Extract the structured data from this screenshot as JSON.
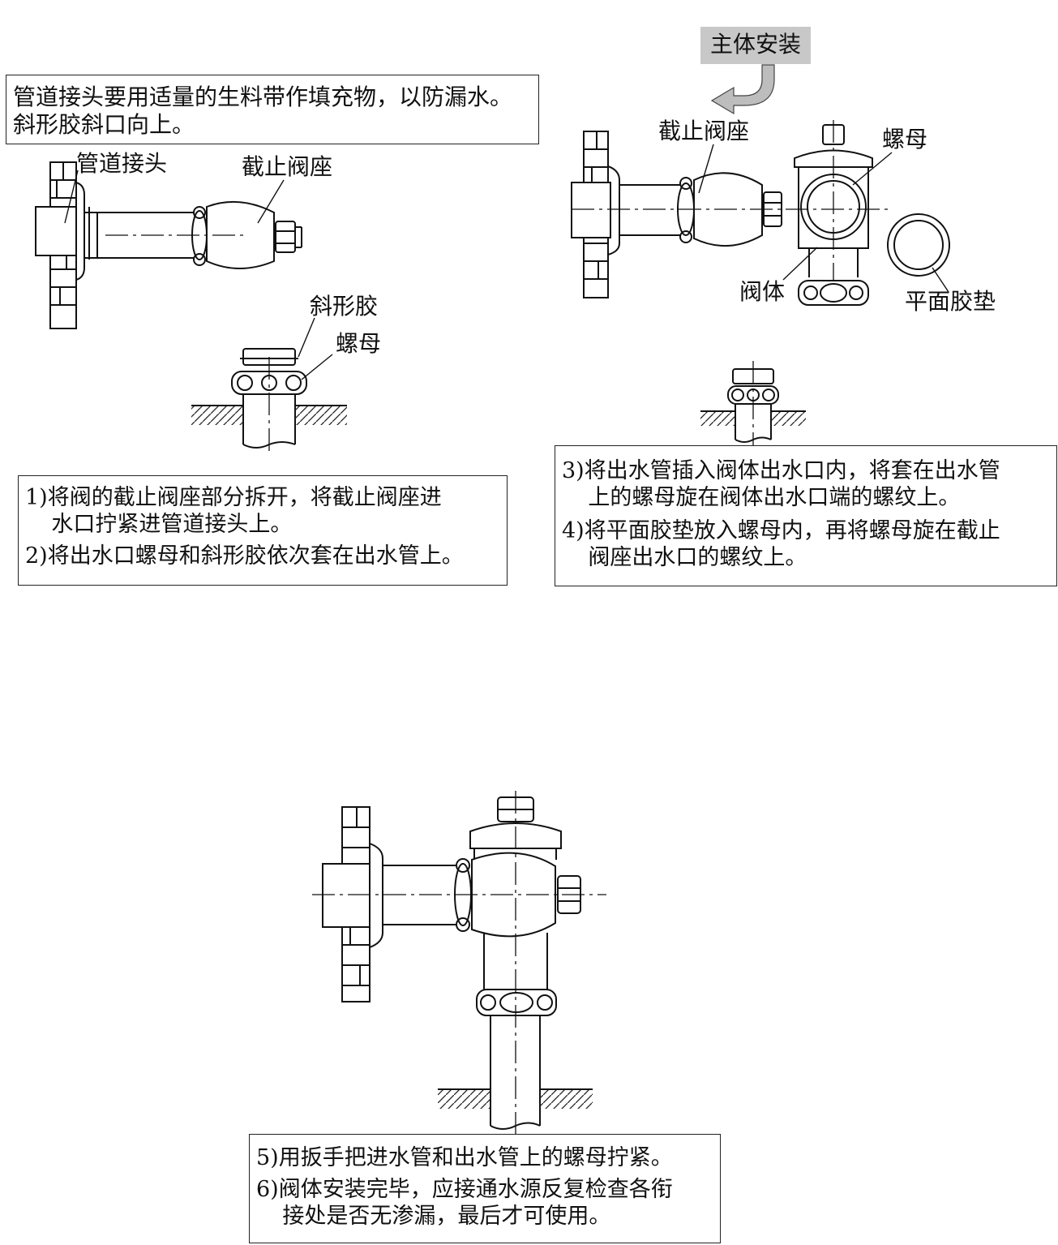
{
  "note": {
    "line1": "管道接头要用适量的生料带作填充物，以防漏水。",
    "line2": "斜形胶斜口向上。"
  },
  "tag": {
    "label": "主体安装"
  },
  "labels": {
    "pipe_joint": "管道接头",
    "valve_seat_left": "截止阀座",
    "bevel_rubber": "斜形胶",
    "nut_left": "螺母",
    "valve_seat_right": "截止阀座",
    "nut_right": "螺母",
    "valve_body": "阀体",
    "flat_gasket": "平面胶垫"
  },
  "steps": {
    "s1_a": "1)将阀的截止阀座部分拆开，将截止阀座进",
    "s1_b": "水口拧紧进管道接头上。",
    "s2": "2)将出水口螺母和斜形胶依次套在出水管上。",
    "s3_a": "3)将出水管插入阀体出水口内，将套在出水管",
    "s3_b": "上的螺母旋在阀体出水口端的螺纹上。",
    "s4_a": "4)将平面胶垫放入螺母内，再将螺母旋在截止",
    "s4_b": "阀座出水口的螺纹上。",
    "s5": "5)用扳手把进水管和出水管上的螺母拧紧。",
    "s6_a": "6)阀体安装完毕，应接通水源反复检查各衔",
    "s6_b": "接处是否无渗漏，最后才可使用。"
  }
}
